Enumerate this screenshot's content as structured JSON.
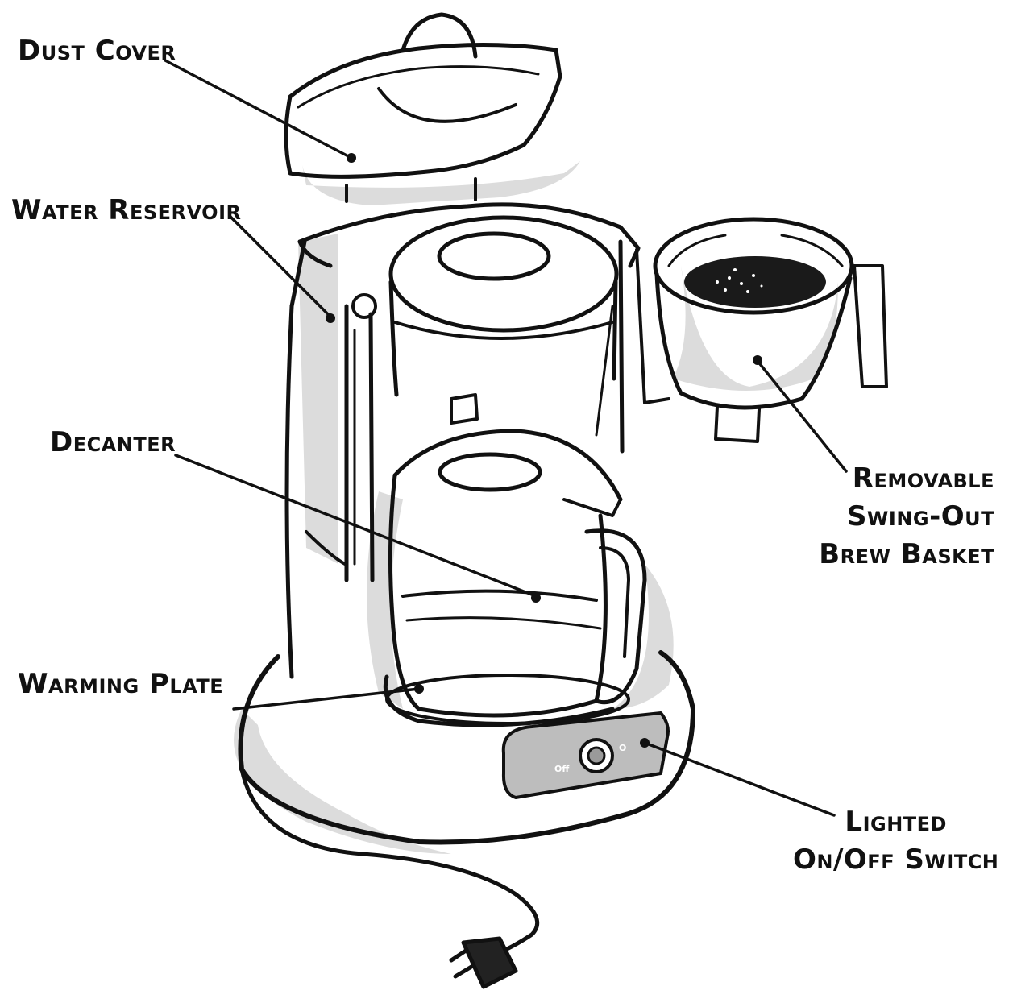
{
  "diagram": {
    "labels": {
      "dust_cover": "Dust Cover",
      "water_reservoir": "Water Reservoir",
      "decanter": "Decanter",
      "warming_plate": "Warming Plate",
      "brew_basket": [
        "Removable",
        "Swing-Out",
        "Brew Basket"
      ],
      "switch": [
        "Lighted",
        "On/Off Switch"
      ]
    },
    "switch_panel": {
      "off_text": "Off",
      "on_text": "O"
    }
  },
  "colors": {
    "ink": "#111111",
    "shadow": "#dcdcdc",
    "panel": "#bdbdbd",
    "coffee": "#1a1a1a"
  }
}
